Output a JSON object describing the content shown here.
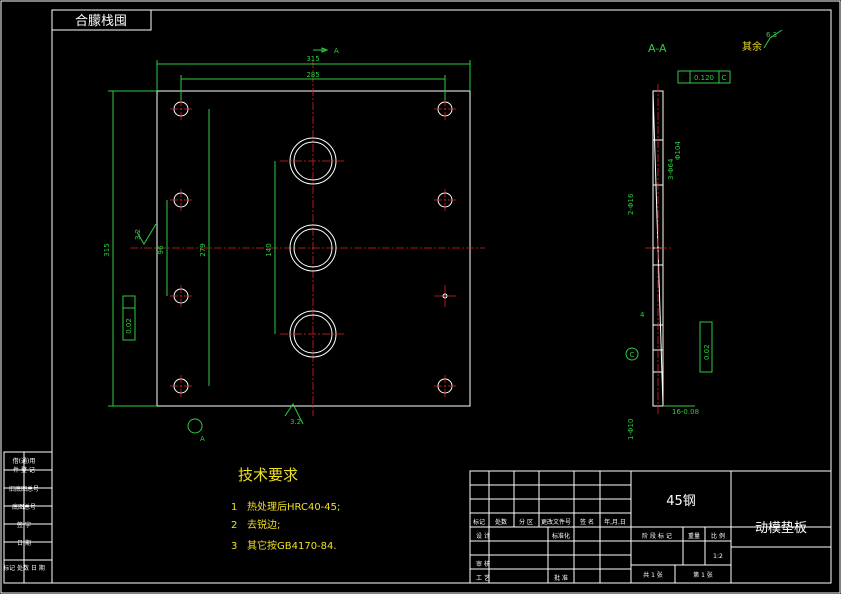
{
  "stamp": {
    "mirror_text": "合朦栈囤"
  },
  "view_label": "A-A",
  "roughness": {
    "label": "其余",
    "value": "6.3"
  },
  "dimensions": {
    "width_outer": "315",
    "width_inner": "285",
    "height_outer": "315",
    "hole_pitch": "279",
    "center_span": "140",
    "spacing_small": "96",
    "roughness_left": "3.2",
    "roughness_bottom": "3.2",
    "flatness_left": "0.02",
    "section_arrow": "A",
    "flatness_top": "0.120",
    "flatness_top_ref": "C",
    "datum_c": "C",
    "right_dims": [
      "Φ104",
      "3-Φ64",
      "2-Φ16",
      "4",
      "1-Φ10"
    ],
    "thickness": "16-0.08",
    "parallel": "0.02"
  },
  "tech_req": {
    "title": "技术要求",
    "items": [
      {
        "no": "1",
        "text": "热处理后HRC40-45;"
      },
      {
        "no": "2",
        "text": "去锐边;"
      },
      {
        "no": "3",
        "text": "其它按GB4170-84."
      }
    ]
  },
  "title_block": {
    "material": "45钢",
    "part_name": "动模垫板",
    "row_labels": [
      "标记",
      "处数",
      "分 区",
      "更改文件号",
      "签 名",
      "年,月,日"
    ],
    "design": "设 计",
    "standard": "标准化",
    "stage": "阶 段 标 记",
    "weight": "重量",
    "scale_label": "比 例",
    "scale": "1:2",
    "review": "审 核",
    "process": "工 艺",
    "approve": "批 准",
    "sheets_total": "共 1 张",
    "sheet_no": "第 1 张"
  },
  "side_table": [
    "借(通)用",
    "件 登 记",
    "旧底图总号",
    "底图总号",
    "签  字",
    "日  期",
    "标记  处数  日 期"
  ]
}
